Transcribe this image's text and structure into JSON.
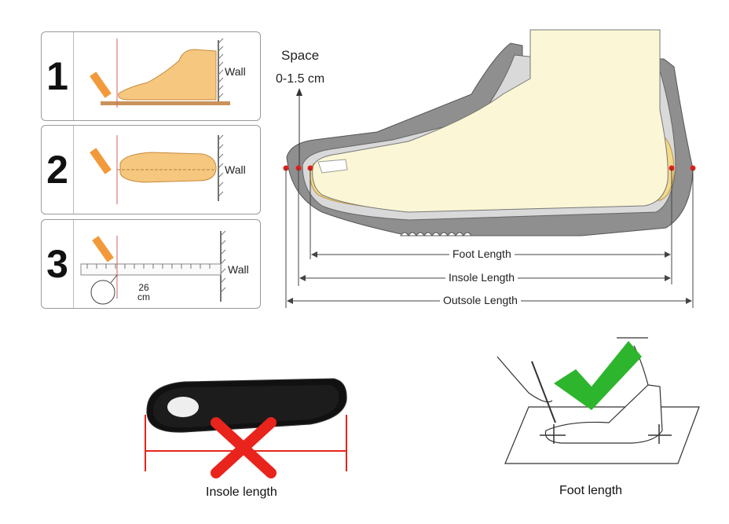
{
  "steps": [
    {
      "number": "1",
      "wall_label": "Wall"
    },
    {
      "number": "2",
      "wall_label": "Wall"
    },
    {
      "number": "3",
      "wall_label": "Wall",
      "ruler_value": "26",
      "ruler_unit": "cm"
    }
  ],
  "shoe_diagram": {
    "space_label": "Space",
    "space_value": "0-1.5 cm",
    "foot_length_label": "Foot Length",
    "insole_length_label": "Insole Length",
    "outsole_length_label": "Outsole Length",
    "colors": {
      "outsole": "#8f8f8f",
      "insole": "#f3d98a",
      "foot": "#fbf7d6",
      "marker": "#e0201b"
    }
  },
  "wrong_method": {
    "caption": "Insole length",
    "cross_color": "#e8241c"
  },
  "right_method": {
    "caption": "Foot length",
    "check_color": "#2db52d"
  }
}
